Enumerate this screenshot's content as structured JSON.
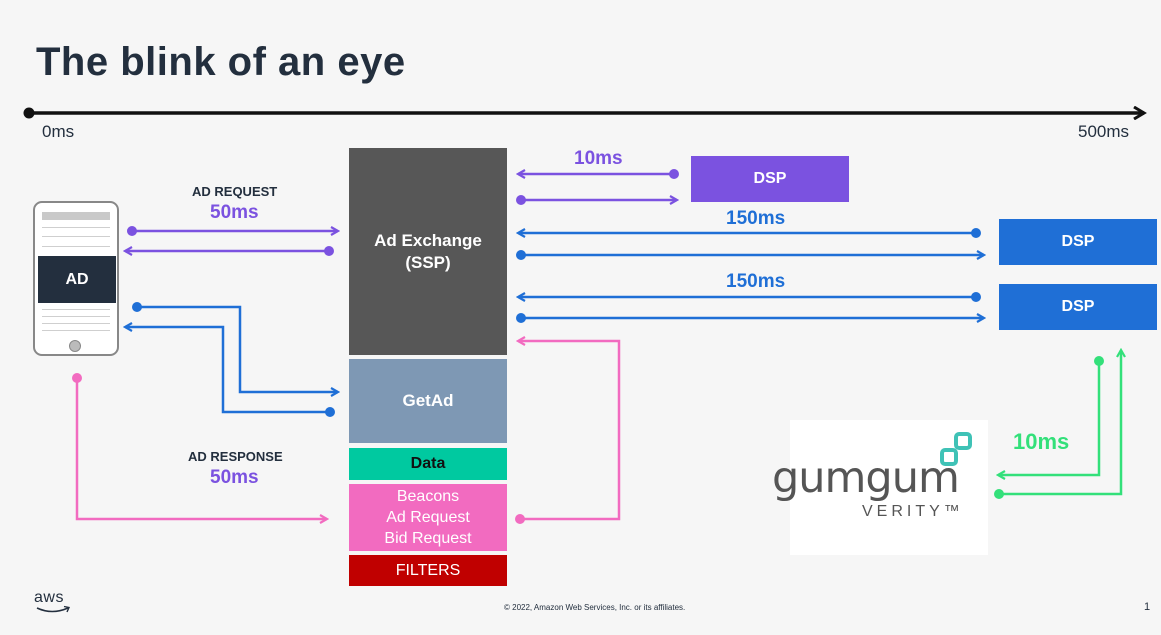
{
  "slide": {
    "title": "The blink of an eye",
    "timeline": {
      "start_label": "0ms",
      "end_label": "500ms"
    },
    "phone": {
      "ad_label": "AD"
    },
    "ad_request": {
      "label": "AD REQUEST",
      "latency": "50ms"
    },
    "ad_response": {
      "label": "AD RESPONSE",
      "latency": "50ms"
    },
    "exchange": {
      "title_line1": "Ad Exchange",
      "title_line2": "(SSP)",
      "getad": "GetAd",
      "data": "Data",
      "beacons_line1": "Beacons",
      "beacons_line2": "Ad Request",
      "beacons_line3": "Bid Request",
      "filters": "FILTERS"
    },
    "dsp": [
      {
        "label": "DSP",
        "latency": "10ms",
        "color": "#7b52e0"
      },
      {
        "label": "DSP",
        "latency": "150ms",
        "color": "#1f6fd6"
      },
      {
        "label": "DSP",
        "latency": "150ms",
        "color": "#1f6fd6"
      }
    ],
    "verity": {
      "brand": "gumgum",
      "product": "VERITY™",
      "latency": "10ms"
    },
    "colors": {
      "purple": "#7b52e0",
      "blue": "#1f6fd6",
      "pink": "#f26bc0",
      "green": "#33e07a",
      "exchange_gray": "#575757",
      "getad": "#7e98b4",
      "data_teal": "#00c9a0",
      "filters_red": "#c00000"
    },
    "footer": {
      "logo": "aws",
      "copyright": "© 2022, Amazon Web Services, Inc. or its affiliates.",
      "page_number": "1"
    }
  }
}
